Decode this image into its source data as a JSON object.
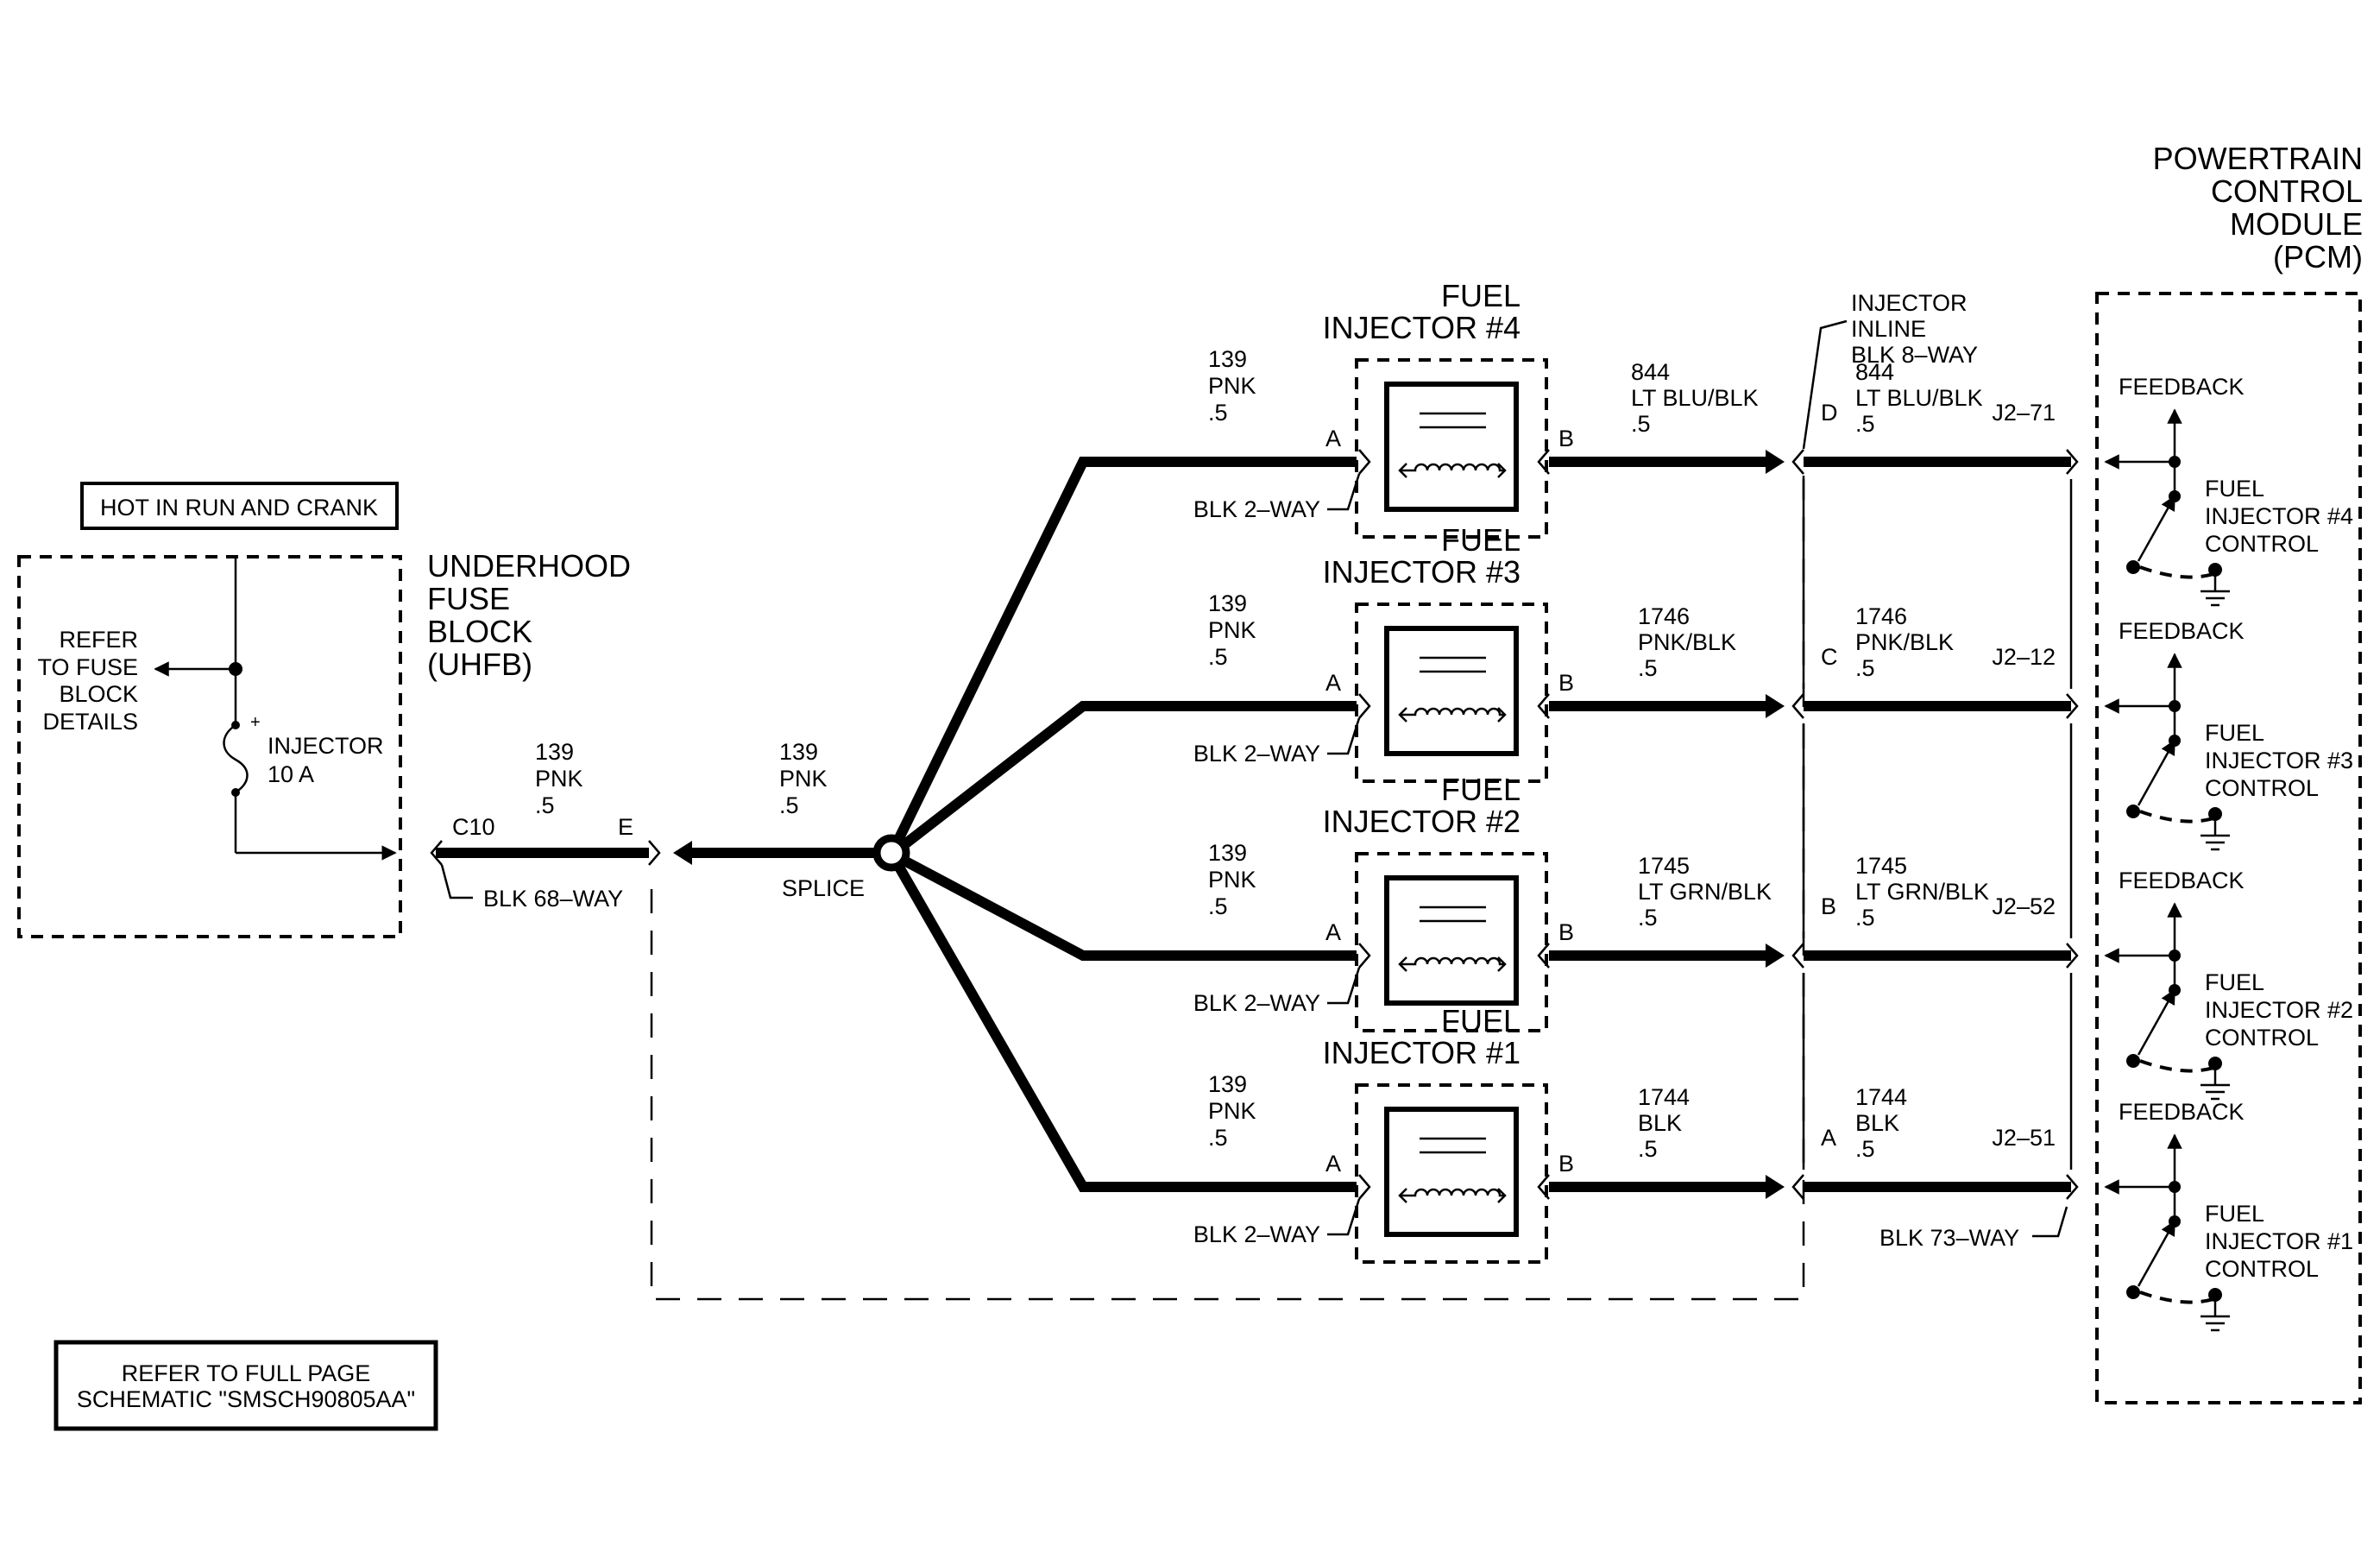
{
  "hot_label": "HOT IN RUN AND CRANK",
  "refer_fuse": [
    "REFER",
    "TO FUSE",
    "BLOCK",
    "DETAILS"
  ],
  "uhfb_title": [
    "UNDERHOOD",
    "FUSE",
    "BLOCK",
    "(UHFB)"
  ],
  "fuse": {
    "polarity": "+",
    "name": "INJECTOR",
    "rating": "10 A"
  },
  "c10_connector": {
    "id": "C10",
    "pin": "E",
    "desc": "BLK 68–WAY"
  },
  "feed_wire_1": [
    "139",
    "PNK",
    ".5"
  ],
  "feed_wire_2": [
    "139",
    "PNK",
    ".5"
  ],
  "splice_label": "SPLICE",
  "inline_connector": [
    "INJECTOR",
    "INLINE",
    "BLK 8–WAY"
  ],
  "pcm_title": [
    "POWERTRAIN",
    "CONTROL",
    "MODULE",
    "(PCM)"
  ],
  "pcm_connector_desc": "BLK 73–WAY",
  "refer_schematic": [
    "REFER TO FULL PAGE",
    "SCHEMATIC \"SMSCH90805AA\""
  ],
  "injectors": [
    {
      "title": [
        "FUEL",
        "INJECTOR #4"
      ],
      "supply_wire": [
        "139",
        "PNK",
        ".5"
      ],
      "pin_a": "A",
      "pin_b": "B",
      "conn_desc": "BLK 2–WAY",
      "out_wire": [
        "844",
        "LT BLU/BLK",
        ".5"
      ],
      "inline_pin": "D",
      "pcm_wire": [
        "844",
        "LT BLU/BLK",
        ".5"
      ],
      "pcm_pin": "J2–71",
      "feedback": "FEEDBACK",
      "control": [
        "FUEL",
        "INJECTOR #4",
        "CONTROL"
      ]
    },
    {
      "title": [
        "FUEL",
        "INJECTOR #3"
      ],
      "supply_wire": [
        "139",
        "PNK",
        ".5"
      ],
      "pin_a": "A",
      "pin_b": "B",
      "conn_desc": "BLK 2–WAY",
      "out_wire": [
        "1746",
        "PNK/BLK",
        ".5"
      ],
      "inline_pin": "C",
      "pcm_wire": [
        "1746",
        "PNK/BLK",
        ".5"
      ],
      "pcm_pin": "J2–12",
      "feedback": "FEEDBACK",
      "control": [
        "FUEL",
        "INJECTOR #3",
        "CONTROL"
      ]
    },
    {
      "title": [
        "FUEL",
        "INJECTOR #2"
      ],
      "supply_wire": [
        "139",
        "PNK",
        ".5"
      ],
      "pin_a": "A",
      "pin_b": "B",
      "conn_desc": "BLK 2–WAY",
      "out_wire": [
        "1745",
        "LT GRN/BLK",
        ".5"
      ],
      "inline_pin": "B",
      "pcm_wire": [
        "1745",
        "LT GRN/BLK",
        ".5"
      ],
      "pcm_pin": "J2–52",
      "feedback": "FEEDBACK",
      "control": [
        "FUEL",
        "INJECTOR #2",
        "CONTROL"
      ]
    },
    {
      "title": [
        "FUEL",
        "INJECTOR #1"
      ],
      "supply_wire": [
        "139",
        "PNK",
        ".5"
      ],
      "pin_a": "A",
      "pin_b": "B",
      "conn_desc": "BLK 2–WAY",
      "out_wire": [
        "1744",
        "BLK",
        ".5"
      ],
      "inline_pin": "A",
      "pcm_wire": [
        "1744",
        "BLK",
        ".5"
      ],
      "pcm_pin": "J2–51",
      "feedback": "FEEDBACK",
      "control": [
        "FUEL",
        "INJECTOR #1",
        "CONTROL"
      ]
    }
  ]
}
